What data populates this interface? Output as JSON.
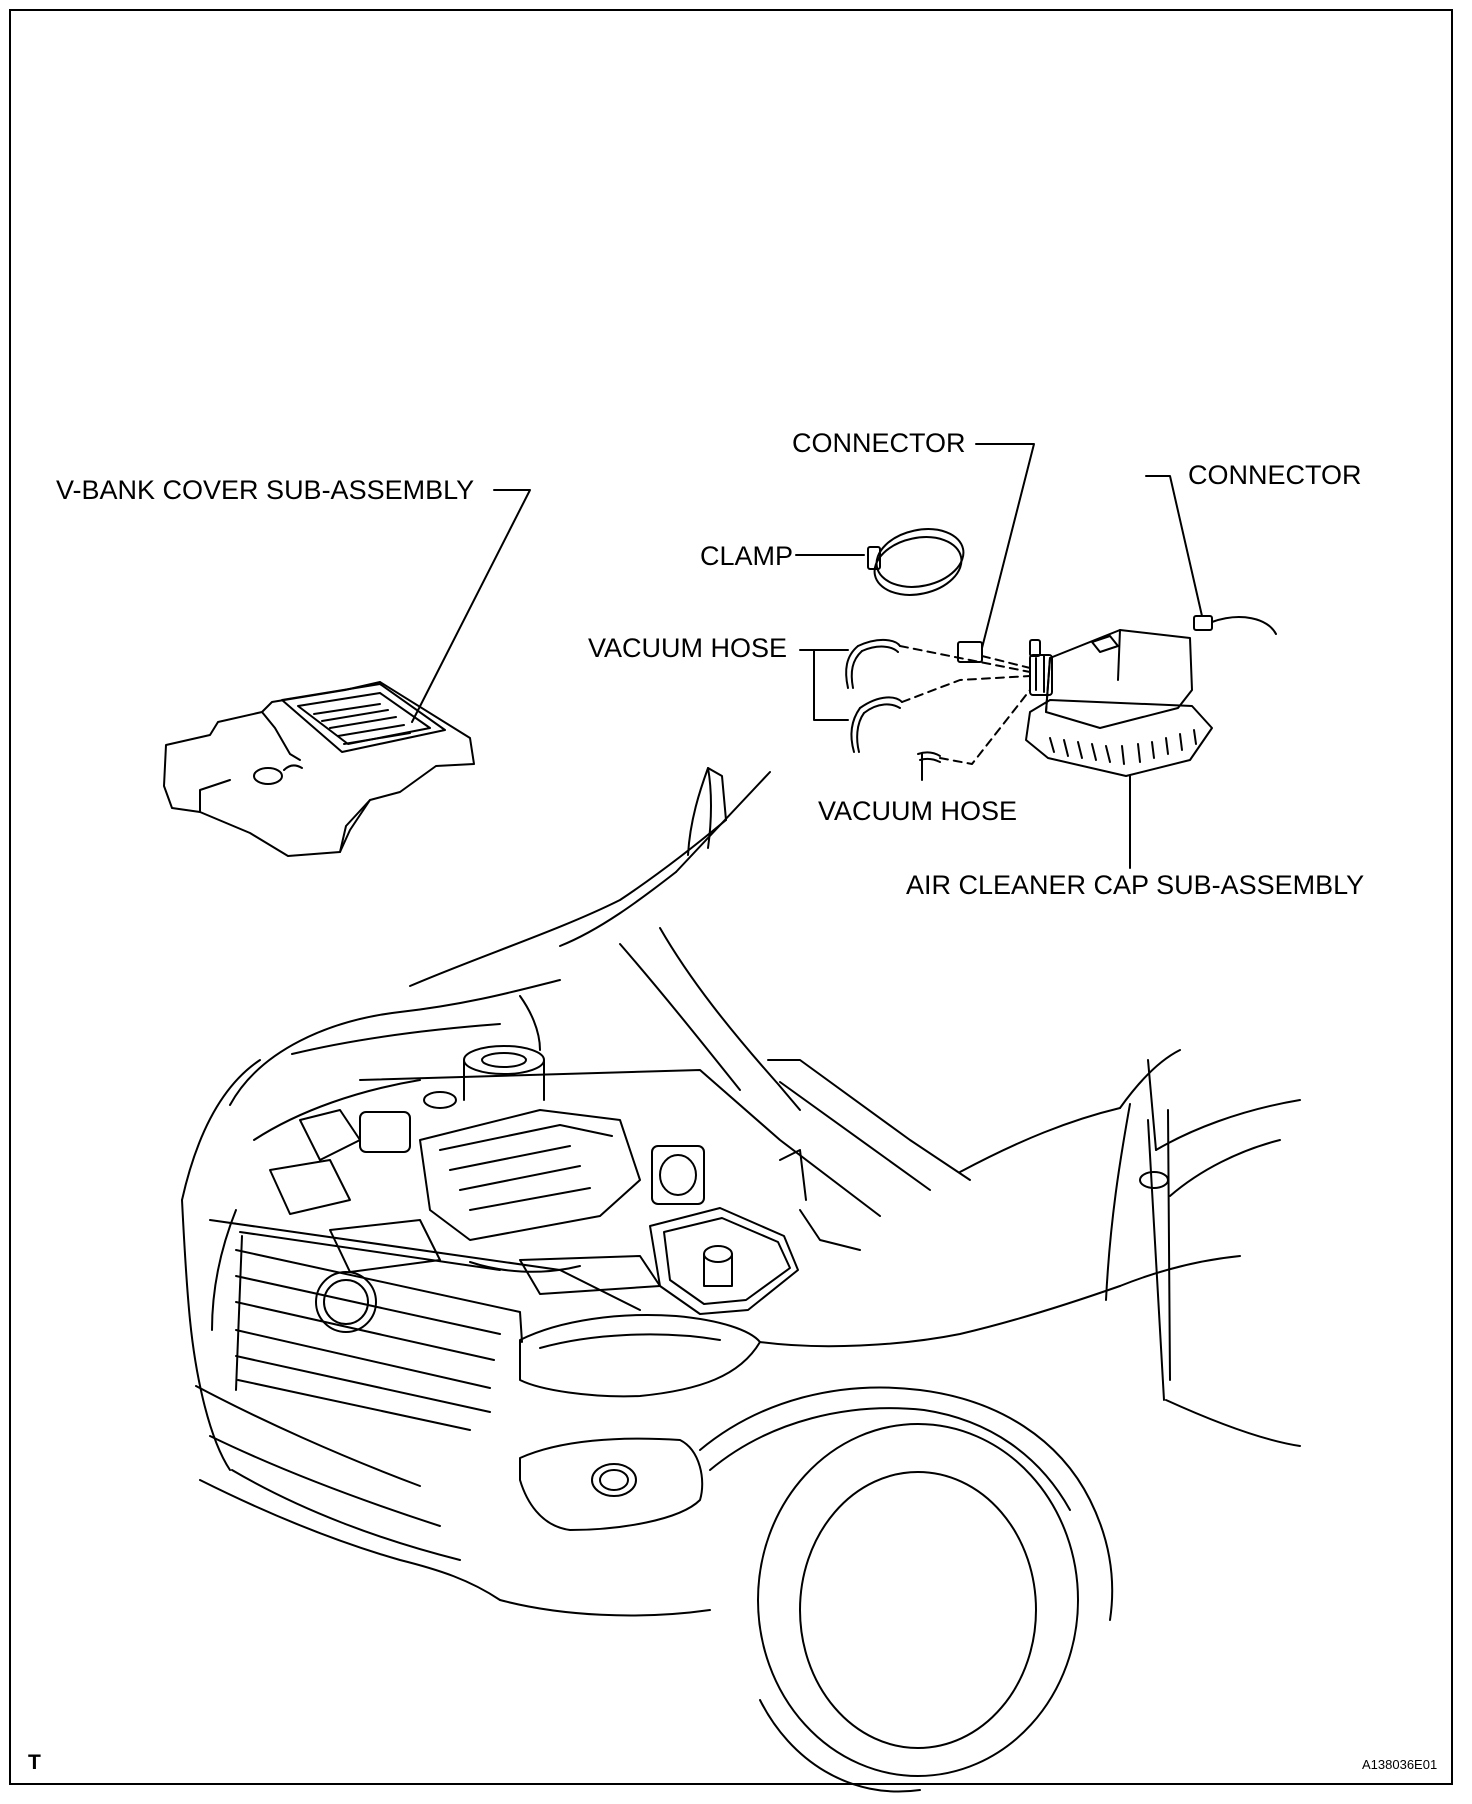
{
  "labels": {
    "vbank_cover": "V-BANK COVER SUB-ASSEMBLY",
    "connector_1": "CONNECTOR",
    "connector_2": "CONNECTOR",
    "clamp": "CLAMP",
    "vacuum_hose_1": "VACUUM HOSE",
    "vacuum_hose_2": "VACUUM HOSE",
    "air_cleaner_cap": "AIR CLEANER CAP SUB-ASSEMBLY"
  },
  "corner_mark": "T",
  "figure_id": "A138036E01"
}
